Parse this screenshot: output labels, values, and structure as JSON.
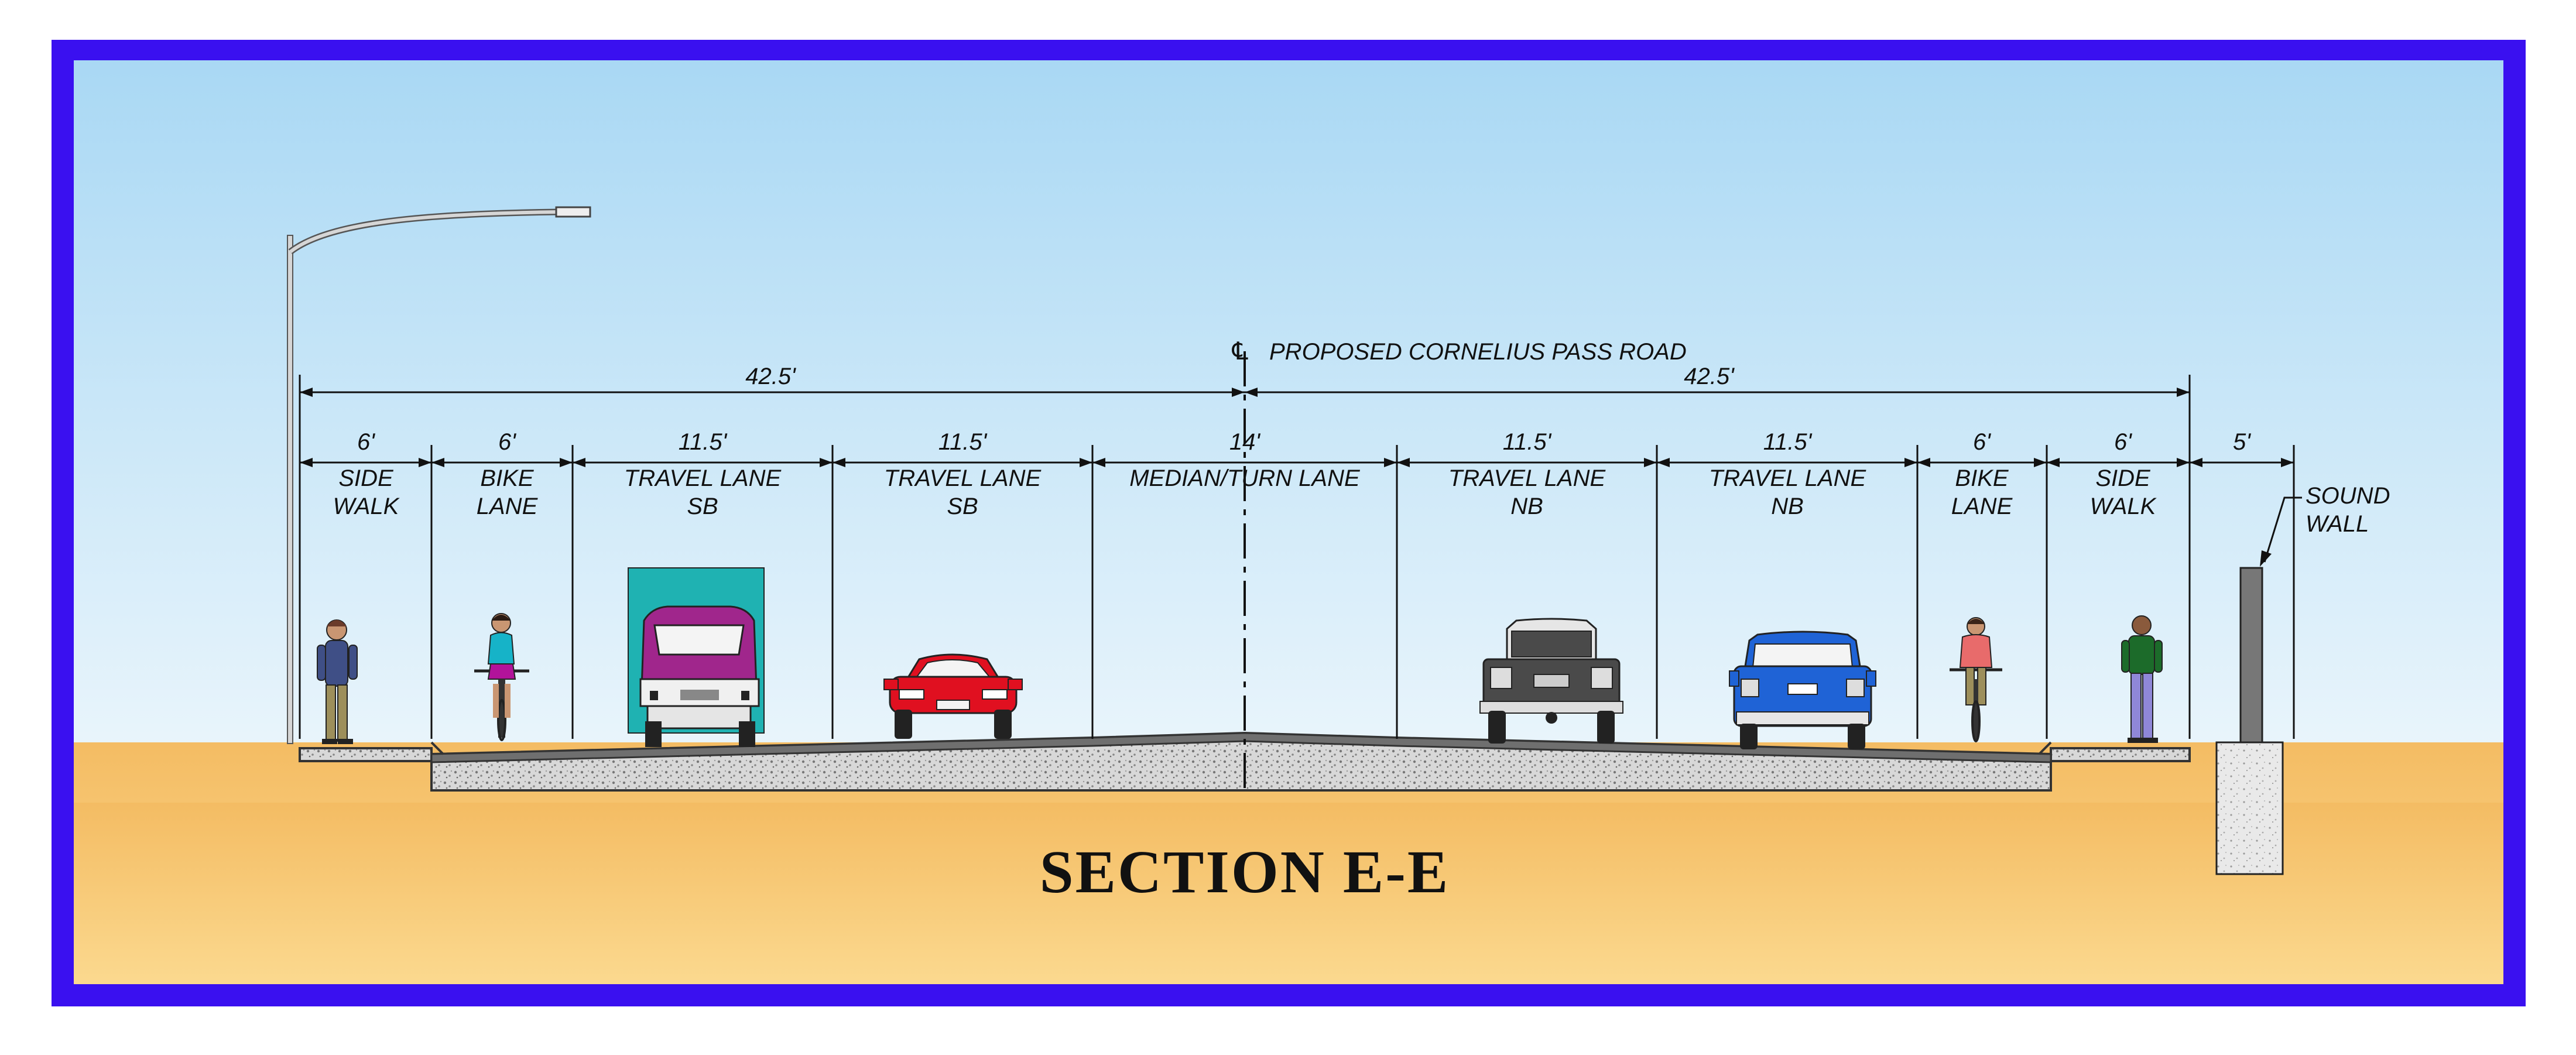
{
  "diagram": {
    "title": "SECTION E-E",
    "centerline": {
      "symbol": "℄",
      "label": "PROPOSED CORNELIUS PASS ROAD"
    },
    "half_widths": [
      {
        "value": "42.5'"
      },
      {
        "value": "42.5'"
      }
    ],
    "segments": [
      {
        "dim": "6'",
        "line1": "SIDE",
        "line2": "WALK"
      },
      {
        "dim": "6'",
        "line1": "BIKE",
        "line2": "LANE"
      },
      {
        "dim": "11.5'",
        "line1": "TRAVEL LANE",
        "line2": "SB"
      },
      {
        "dim": "11.5'",
        "line1": "TRAVEL LANE",
        "line2": "SB"
      },
      {
        "dim": "14'",
        "line1": "MEDIAN/TURN LANE",
        "line2": ""
      },
      {
        "dim": "11.5'",
        "line1": "TRAVEL LANE",
        "line2": "NB"
      },
      {
        "dim": "11.5'",
        "line1": "TRAVEL LANE",
        "line2": "NB"
      },
      {
        "dim": "6'",
        "line1": "BIKE",
        "line2": "LANE"
      },
      {
        "dim": "6'",
        "line1": "SIDE",
        "line2": "WALK"
      }
    ],
    "wall_offset": {
      "dim": "5'"
    },
    "sound_wall": {
      "line1": "SOUND",
      "line2": "WALL"
    },
    "colors": {
      "frame": "#3a10f0",
      "sky_top": "#a9d8f4",
      "sky_bottom": "#eef7fc",
      "ground_top": "#f4bc63",
      "ground_bottom": "#fbd98f",
      "box_truck_body": "#1fb2b2",
      "box_truck_cab": "#a0268c",
      "red_car": "#e01020",
      "black_truck": "#4a4a4a",
      "blue_suv": "#1f63d6"
    }
  }
}
